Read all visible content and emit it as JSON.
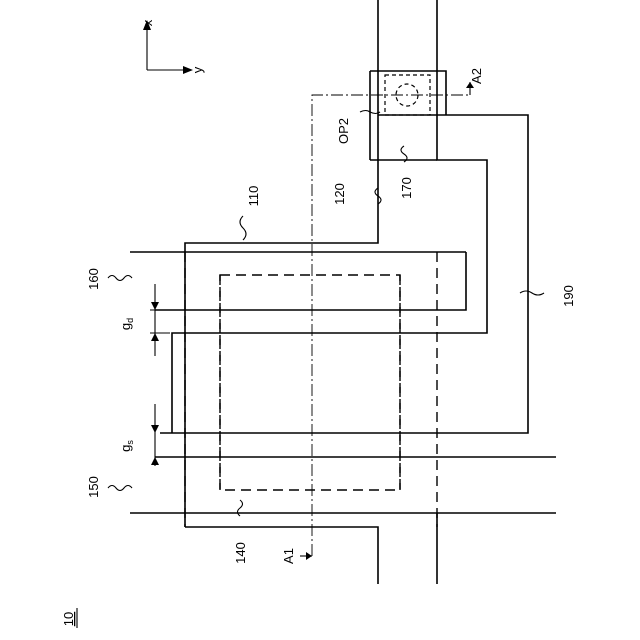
{
  "figure_number": "10",
  "axis": {
    "x_label": "x",
    "y_label": "y"
  },
  "labels": {
    "l110": "110",
    "l120": "120",
    "l140": "140",
    "l150": "150",
    "l160": "160",
    "l170": "170",
    "l190": "190",
    "op2": "OP2",
    "a1": "A1",
    "a2": "A2",
    "gd_main": "g",
    "gd_sub": "d",
    "gs_main": "g",
    "gs_sub": "s"
  }
}
